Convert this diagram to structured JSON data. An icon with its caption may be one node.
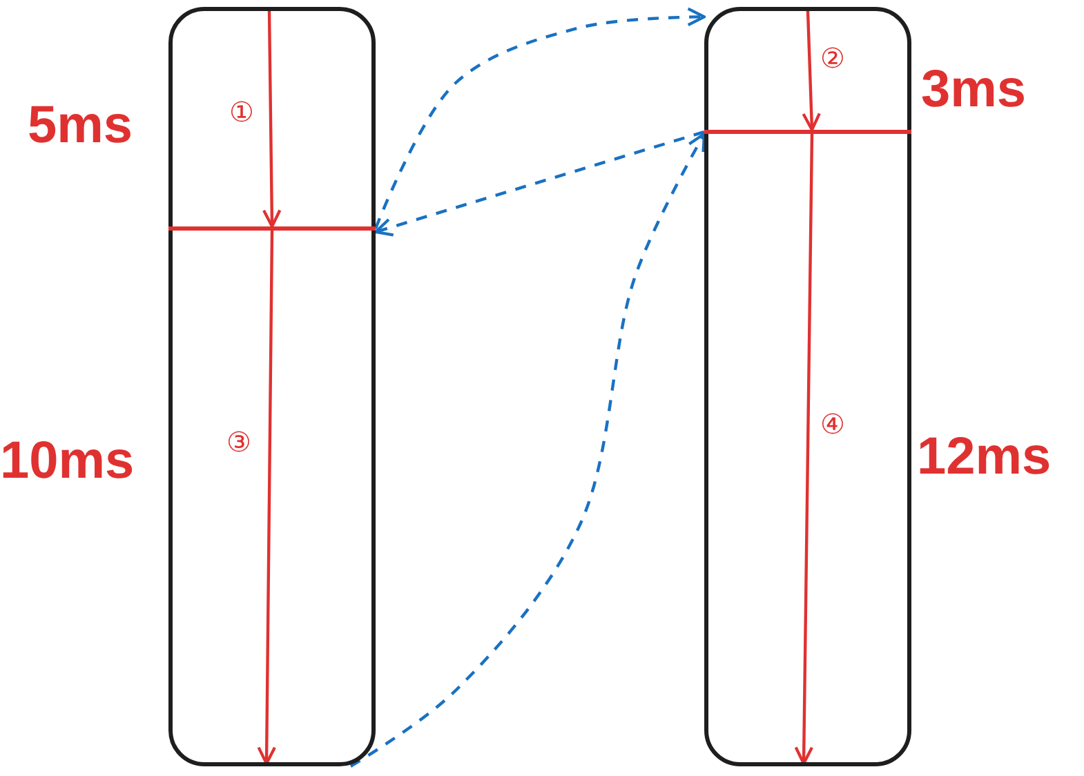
{
  "diagram": {
    "nodes": [
      {
        "text": [],
        "shape": "box"
      },
      {
        "text": [],
        "shape": "box"
      },
      {
        "text": [],
        "shape": "bar",
        "in": 0
      },
      {
        "text": [],
        "shape": "bar",
        "in": 1
      }
    ],
    "edges": [
      {
        "from": null,
        "to": 2,
        "arrow": "to",
        "label": "①",
        "color": "#e03131"
      },
      {
        "from": 2,
        "to": null,
        "arrow": "to",
        "label": "③",
        "color": "#e03131"
      },
      {
        "from": null,
        "to": 3,
        "arrow": "to",
        "label": "②",
        "color": "#e03131"
      },
      {
        "from": 3,
        "to": null,
        "arrow": "to",
        "label": "④",
        "color": "#e03131"
      },
      {
        "from": 2,
        "to": 1,
        "arrow": "to",
        "style": "dashed",
        "color": "#1971c2"
      },
      {
        "from": 3,
        "to": 2,
        "arrow": "to",
        "style": "dashed",
        "color": "#1971c2"
      },
      {
        "from": 0,
        "to": 3,
        "arrow": "to",
        "style": "dashed",
        "color": "#1971c2"
      }
    ],
    "labels": [
      "5ms",
      "10ms",
      "3ms",
      "12ms"
    ]
  }
}
